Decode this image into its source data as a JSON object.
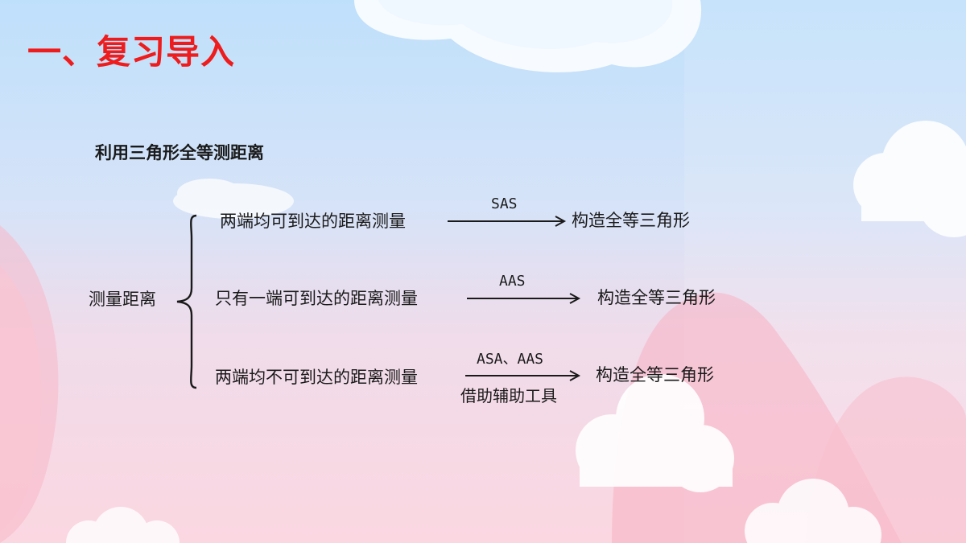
{
  "slide": {
    "title": "一、复习导入",
    "subtitle": "利用三角形全等测距离",
    "root_label": "测量距离",
    "branches": [
      {
        "case": "两端均可到达的距离测量",
        "criterion": "SAS",
        "note": "",
        "result": "构造全等三角形"
      },
      {
        "case": "只有一端可到达的距离测量",
        "criterion": "AAS",
        "note": "",
        "result": "构造全等三角形"
      },
      {
        "case": "两端均不可到达的距离测量",
        "criterion": "ASA、AAS",
        "note": "借助辅助工具",
        "result": "构造全等三角形"
      }
    ]
  },
  "colors": {
    "title": "#ee1c1c",
    "text": "#1a1a1a",
    "sky_top": "#bfe0fb",
    "pink_bottom": "#fbd7e1"
  }
}
